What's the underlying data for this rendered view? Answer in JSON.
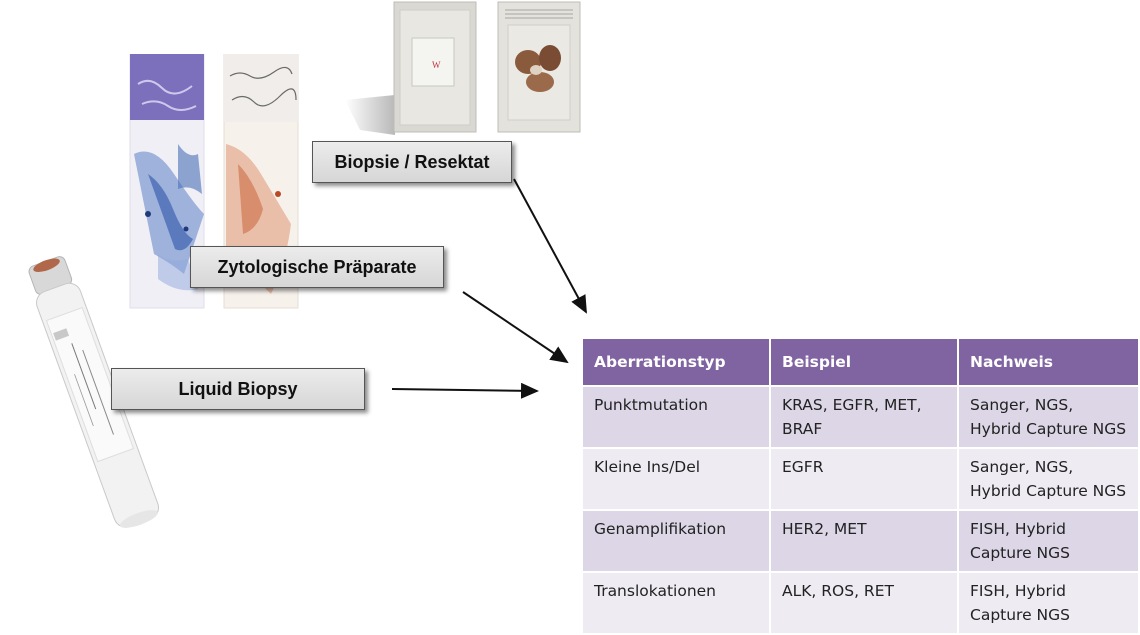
{
  "labels": {
    "biopsie": "Biopsie / Resektat",
    "zytologie": "Zytologische Präparate",
    "liquid": "Liquid Biopsy"
  },
  "table": {
    "headers": [
      "Aberrationstyp",
      "Beispiel",
      "Nachweis"
    ],
    "rows": [
      {
        "typ": "Punktmutation",
        "beispiel": "KRAS, EGFR, MET, BRAF",
        "nachweis": "Sanger, NGS, Hybrid Capture NGS"
      },
      {
        "typ": "Kleine Ins/Del",
        "beispiel": "EGFR",
        "nachweis": "Sanger, NGS, Hybrid Capture NGS"
      },
      {
        "typ": "Genamplifikation",
        "beispiel": "HER2, MET",
        "nachweis": "FISH, Hybrid Capture NGS"
      },
      {
        "typ": "Translokationen",
        "beispiel": "ALK, ROS, RET",
        "nachweis": "FISH, Hybrid Capture NGS"
      }
    ]
  },
  "colors": {
    "header": "#8064a2",
    "row_odd": "#dcd6e6",
    "row_even": "#eeebf3"
  }
}
